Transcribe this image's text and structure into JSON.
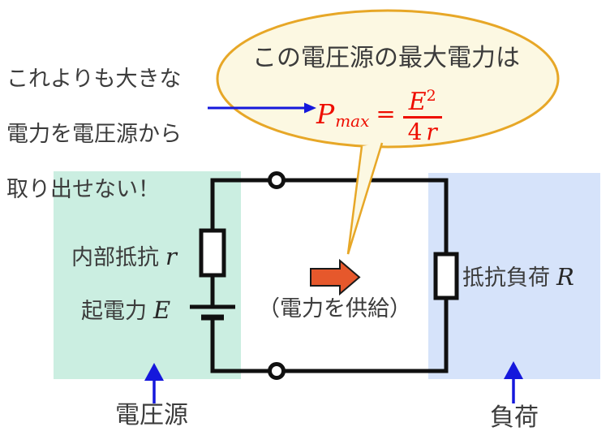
{
  "colors": {
    "source_box_bg": "#cbeee1",
    "load_box_bg": "#d6e3fa",
    "bubble_fill": "#fcf8e2",
    "bubble_border": "#e7a727",
    "formula_red": "#ee0d00",
    "arrow_blue": "#1518dc",
    "power_arrow_orange": "#e6582c",
    "wire_black": "#101010",
    "text_dark": "#3b3b3b"
  },
  "annotation": {
    "line1": "これよりも大きな",
    "line2": "電力を電圧源から",
    "line3": "取り出せない！"
  },
  "bubble": {
    "title": "この電圧源の最大電力は",
    "formula": {
      "lhs": "P",
      "lhs_sub": "max",
      "equals": "=",
      "num_var": "E",
      "num_exp": "2",
      "den_coeff": "4",
      "den_var": "r"
    }
  },
  "circuit": {
    "internal_resistance": {
      "label": "内部抵抗",
      "symbol": "r"
    },
    "emf": {
      "label": "起電力",
      "symbol": "E"
    },
    "load_resistance": {
      "label": "抵抗負荷",
      "symbol": "R"
    },
    "power_note": "（電力を供給）"
  },
  "captions": {
    "voltage_source": "電圧源",
    "load": "負荷"
  }
}
